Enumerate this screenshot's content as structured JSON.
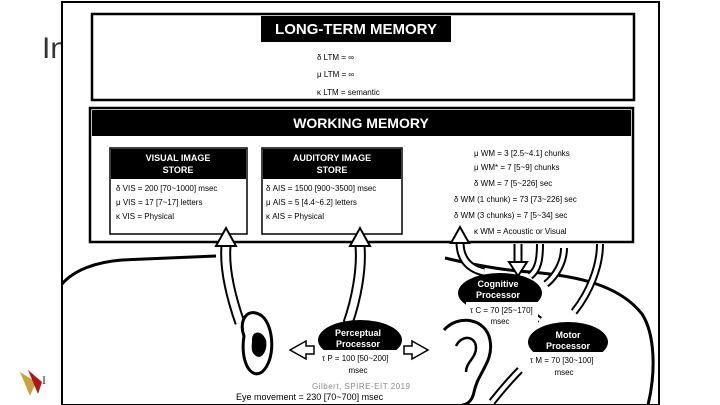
{
  "slide": {
    "title_fragment": "In",
    "footer": "Gilbert, SPIRE-EIT 2019"
  },
  "ltm": {
    "title": "LONG-TERM MEMORY",
    "params": [
      "δ LTM = ∞",
      "μ LTM = ∞",
      "κ LTM = semantic"
    ]
  },
  "wm": {
    "title": "WORKING MEMORY",
    "params": [
      "μ WM = 3 [2.5~4.1] chunks",
      "μ WM* = 7 [5~9] chunks",
      "δ WM = 7 [5~226] sec",
      "δ WM (1 chunk) = 73 [73~226] sec",
      "δ WM (3 chunks) = 7 [5~34] sec",
      "κ WM = Acoustic or Visual"
    ]
  },
  "vis": {
    "title_line1": "VISUAL IMAGE",
    "title_line2": "STORE",
    "params": [
      "δ VIS = 200 [70~1000] msec",
      "μ VIS = 17 [7~17] letters",
      "κ VIS = Physical"
    ]
  },
  "ais": {
    "title_line1": "AUDITORY IMAGE",
    "title_line2": "STORE",
    "params": [
      "δ AIS = 1500 [900~3500] msec",
      "μ AIS = 5 [4.4~6.2] letters",
      "κ AIS = Physical"
    ]
  },
  "cognitive": {
    "line1": "Cognitive",
    "line2": "Processor",
    "param": "τ C = 70 [25~170]",
    "unit": "msec"
  },
  "perceptual": {
    "line1": "Perceptual",
    "line2": "Processor",
    "param": "τ P = 100 [50~200]",
    "unit": "msec"
  },
  "motor": {
    "line1": "Motor",
    "line2": "Processor",
    "param": "τ M = 70 [30~100]",
    "unit": "msec"
  },
  "eye_movement": "Eye movement = 230 [70~700] msec",
  "colors": {
    "header_fill": "#000000",
    "logo_gold": "#c8a33a",
    "logo_red": "#b5121b"
  }
}
